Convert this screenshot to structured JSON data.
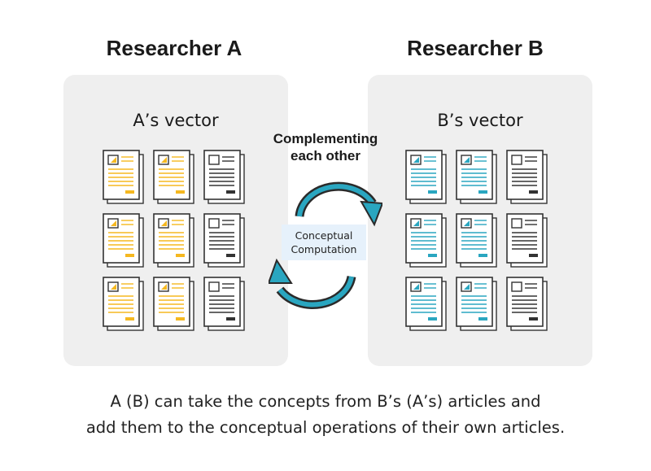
{
  "researcher_a": {
    "title": "Researcher A",
    "vector_label": "A’s vector",
    "accent_color": "#f5b820",
    "doc_colors": [
      [
        "accent",
        "accent",
        "dark"
      ],
      [
        "accent",
        "accent",
        "dark"
      ],
      [
        "accent",
        "accent",
        "dark"
      ]
    ]
  },
  "researcher_b": {
    "title": "Researcher B",
    "vector_label": "B’s vector",
    "accent_color": "#2aa6c0",
    "doc_colors": [
      [
        "accent",
        "accent",
        "dark"
      ],
      [
        "accent",
        "accent",
        "dark"
      ],
      [
        "accent",
        "accent",
        "dark"
      ]
    ]
  },
  "center": {
    "complement_line1": "Complementing",
    "complement_line2": "each other",
    "computation_line1": "Conceptual",
    "computation_line2": "Computation",
    "arrow_color": "#2aa6c0",
    "icon": "cycle-arrows-icon"
  },
  "caption": {
    "line1": "A (B) can take the concepts from B’s (A’s) articles and",
    "line2": "add them to the conceptual operations of their own articles."
  },
  "colors": {
    "panel_bg": "#efefef",
    "dark_lines": "#333333",
    "computation_bg": "#e6f1fb"
  }
}
